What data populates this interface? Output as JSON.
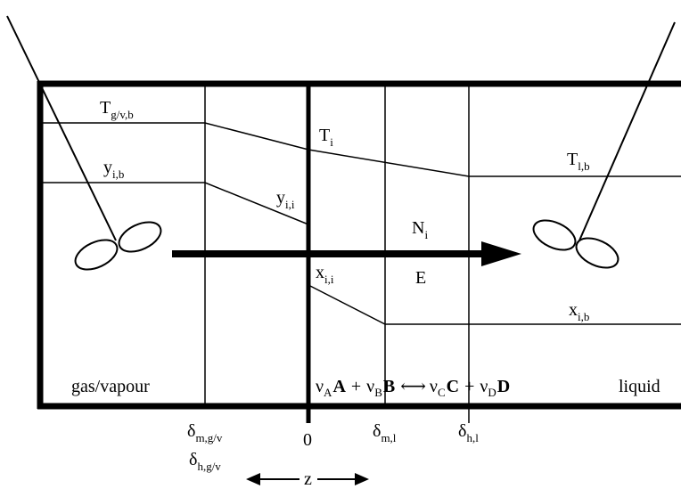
{
  "profiles": {
    "gas_temperature": {
      "base": "T",
      "sub": "g/v,b"
    },
    "interface_temperature": {
      "base": "T",
      "sub": "i"
    },
    "liquid_temperature": {
      "base": "T",
      "sub": "l,b"
    },
    "gas_bulk_fraction": {
      "base": "y",
      "sub": "i,b"
    },
    "gas_interface_fraction": {
      "base": "y",
      "sub": "i,i"
    },
    "liquid_interface_fraction": {
      "base": "x",
      "sub": "i,i"
    },
    "liquid_bulk_fraction": {
      "base": "x",
      "sub": "i,b"
    }
  },
  "flux": {
    "base": "N",
    "sub": "i",
    "energy": "E"
  },
  "phases": {
    "gas": "gas/vapour",
    "liquid": "liquid"
  },
  "reaction": {
    "nu": "ν",
    "coef_a_sub": "A",
    "species_a": "A",
    "plus_1": "+",
    "coef_b_sub": "B",
    "species_b": "B",
    "arrow": "⟷",
    "coef_c_sub": "C",
    "species_c": "C",
    "plus_2": "+",
    "coef_d_sub": "D",
    "species_d": "D"
  },
  "axis": {
    "delta": "δ",
    "film_gas_mass_sub": "m,g/v",
    "film_gas_heat_sub": "h,g/v",
    "origin": "0",
    "film_liquid_mass_sub": "m,l",
    "film_liquid_heat_sub": "h,l",
    "z_label": "z"
  },
  "colors": {
    "line": "#000000",
    "background": "#ffffff"
  }
}
